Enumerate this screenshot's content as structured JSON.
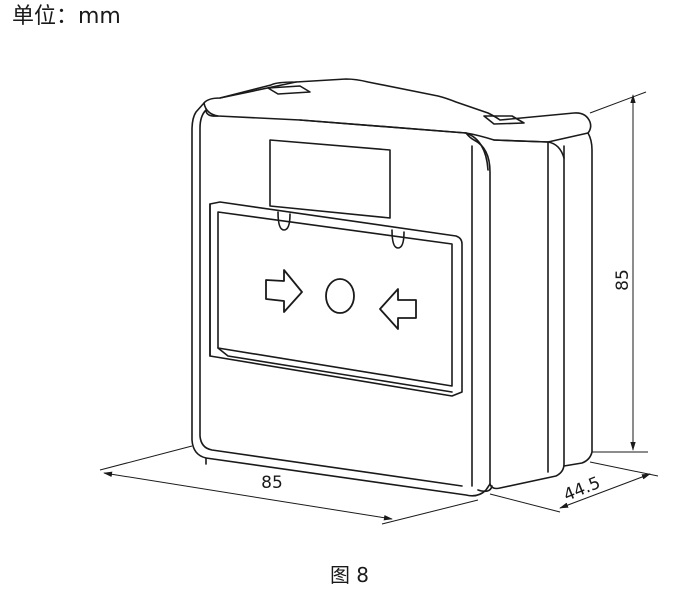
{
  "unit_label": "单位：mm",
  "dimensions": {
    "width": "85",
    "height": "85",
    "depth": "44.5"
  },
  "caption": "图 8"
}
